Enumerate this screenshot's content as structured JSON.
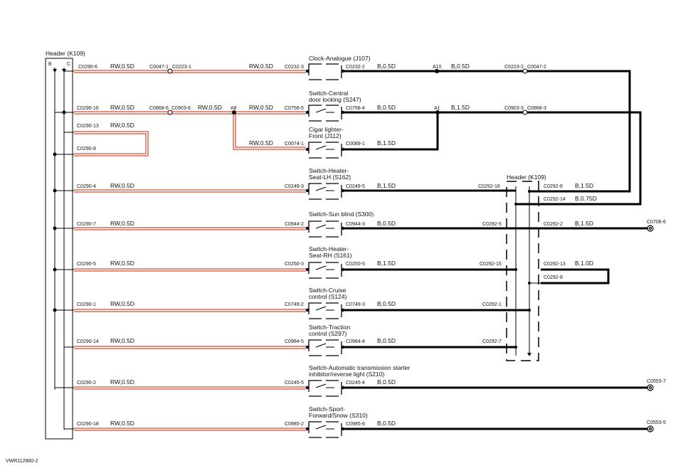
{
  "diagram": {
    "figure_id": "VWR112860-2",
    "header_left": {
      "title": "Header (K109)",
      "pin_b": "B",
      "pin_c": "C"
    },
    "header_right": {
      "title": "Header (K109)"
    },
    "labels": {
      "c0290_6": "C0290-6",
      "rw_1": "RW,0.5D",
      "c0047_1": "C0047-1",
      "c0223_1": "C0223-1",
      "rw_1b": "RW,0.5D",
      "c0232_3": "C0232-3",
      "clock": "Clock-Analogue (J107)",
      "c0232_2": "C0232-2",
      "b05_1": "B,0.5D",
      "a10": "A10",
      "b05_1b": "B,0.5D",
      "c0223_2": "C0223-2",
      "c0047_2": "C0047-2",
      "c0290_16": "C0290-16",
      "rw_2": "RW,0.5D",
      "c0868_6": "C0868-6",
      "c0903_6": "C0903-6",
      "rw_2b": "RW,0.5D",
      "a8": "A8",
      "rw_2c": "RW,0.5D",
      "c0758_5": "C0758-5",
      "sw_cdl_1": "Switch-Central",
      "sw_cdl_2": "door locking (S247)",
      "c0758_4": "C0758-4",
      "b05_2": "B,0.5D",
      "a1": "A1",
      "b15_2": "B,1.5D",
      "c0903_3": "C0903-3",
      "c0868_3": "C0868-3",
      "c0290_13": "C0290-13",
      "rw_3": "RW,0.5D",
      "c0290_8": "C0290-8",
      "cig_1": "Cigar lighter-",
      "cig_2": "Front (J112)",
      "rw_cig": "RW,0.5D",
      "c0074_1": "C0074-1",
      "c0089_1": "C0089-1",
      "b15_cig": "B,1.5D",
      "sh_lh_1": "Switch-Heater-",
      "sh_lh_2": "Seat-LH (S162)",
      "c0290_4": "C0290-4",
      "rw_4": "RW,0.5D",
      "c0249_3": "C0249-3",
      "c0249_5": "C0249-5",
      "b15_4": "B,1.5D",
      "c0292_16": "C0292-16",
      "c0292_6": "C0292-6",
      "b15_r1": "B,1.5D",
      "c0292_14": "C0292-14",
      "b075": "B,0.75D",
      "sun": "Switch-Sun blind (S300)",
      "c0290_7": "C0290-7",
      "rw_5": "RW,0.5D",
      "c0944_2": "C0944-2",
      "c0944_3": "C0944-3",
      "b05_5": "B,0.5D",
      "c0292_5": "C0292-5",
      "c0292_2": "C0292-2",
      "b15_r2": "B,1.5D",
      "c0706_6": "C0706-6",
      "sh_rh_1": "Switch-Heater-",
      "sh_rh_2": "Seat-RH (S161)",
      "c0290_5": "C0290-5",
      "rw_6": "RW,0.5D",
      "c0250_3": "C0250-3",
      "c0250_5": "C0250-5",
      "b15_6": "B,1.5D",
      "c0292_15": "C0292-15",
      "c0292_13": "C0292-13",
      "b10": "B,1.0D",
      "c0292_8": "C0292-8",
      "cru_1": "Switch-Cruise",
      "cru_2": "control (S124)",
      "c0290_1": "C0290-1",
      "rw_7": "RW,0.5D",
      "c0749_2": "C0749-2",
      "c0749_3": "C0749-3",
      "b05_7": "B,0.5D",
      "c0292_1": "C0292-1",
      "tra_1": "Switch-Traction",
      "tra_2": "control (S297)",
      "c0290_14": "C0290-14",
      "rw_8": "RW,0.5D",
      "c0984_5": "C0984-5",
      "c0984_4": "C0984-4",
      "b05_8": "B,0.5D",
      "c0292_7": "C0292-7",
      "ats_1": "Switch-Automatic transmission starter",
      "ats_2": "inhibitor/reverse light (S210)",
      "c0290_2": "C0290-2",
      "rw_9": "RW,0.5D",
      "c0245_5": "C0245-5",
      "c0245_4": "C0245-4",
      "b05_9": "B,0.5D",
      "c0553_7": "C0553-7",
      "sps_1": "Switch-Sport-",
      "sps_2": "Forward/Snow (S310)",
      "c0290_18": "C0290-18",
      "rw_10": "RW,0.5D",
      "c0985_2": "C0985-2",
      "c0985_6": "C0985-6",
      "b05_10": "B,0.5D",
      "c0553_5": "C0553-5"
    },
    "colors": {
      "wire_rw": "#cc2200",
      "wire_b": "#000000"
    }
  }
}
